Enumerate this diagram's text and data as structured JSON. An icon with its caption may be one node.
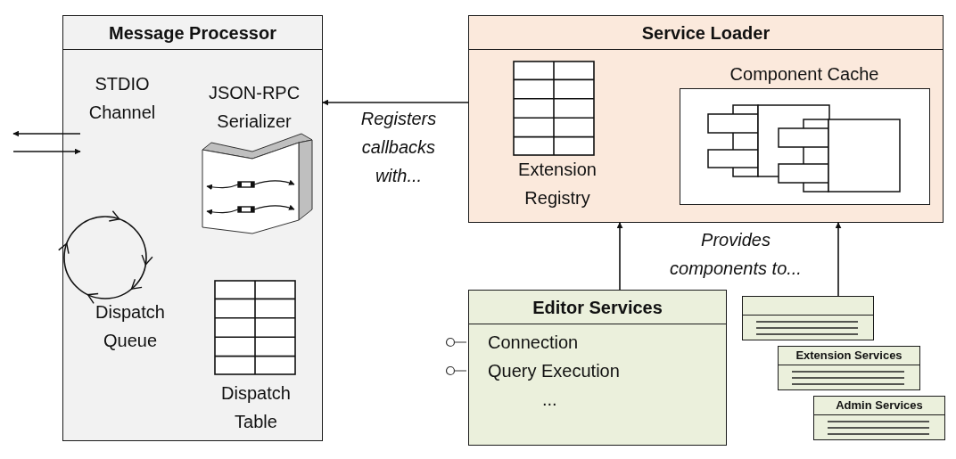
{
  "diagram": {
    "nodes": [
      {
        "text": [
          "Message Processor"
        ]
      },
      {
        "text": [
          "STDIO Channel"
        ],
        "in": 0
      },
      {
        "text": [
          "Service Loader"
        ]
      },
      {
        "text": [
          "Component Cache"
        ],
        "in": 2
      },
      {
        "text": [
          "Editor Services",
          "Connection",
          "Query Execution",
          "..."
        ]
      },
      {
        "text": [],
        "shape": "box"
      },
      {
        "text": [
          "Extension Services"
        ]
      },
      {
        "text": [
          "Admin Services"
        ]
      }
    ],
    "edges": [
      {
        "from": 2,
        "to": 0,
        "arrow": "to",
        "label": "Registers callbacks with..."
      },
      {
        "from": 1,
        "to": null,
        "arrow": "to"
      },
      {
        "from": null,
        "to": 1,
        "arrow": "to"
      },
      {
        "from": 4,
        "to": 2,
        "arrow": "to"
      },
      {
        "from": 5,
        "to": 2,
        "arrow": "to"
      }
    ],
    "labels": [
      "JSON-RPC Serializer",
      "Dispatch Queue",
      "Dispatch Table",
      "Extension Registry",
      "Provides components to..."
    ]
  }
}
